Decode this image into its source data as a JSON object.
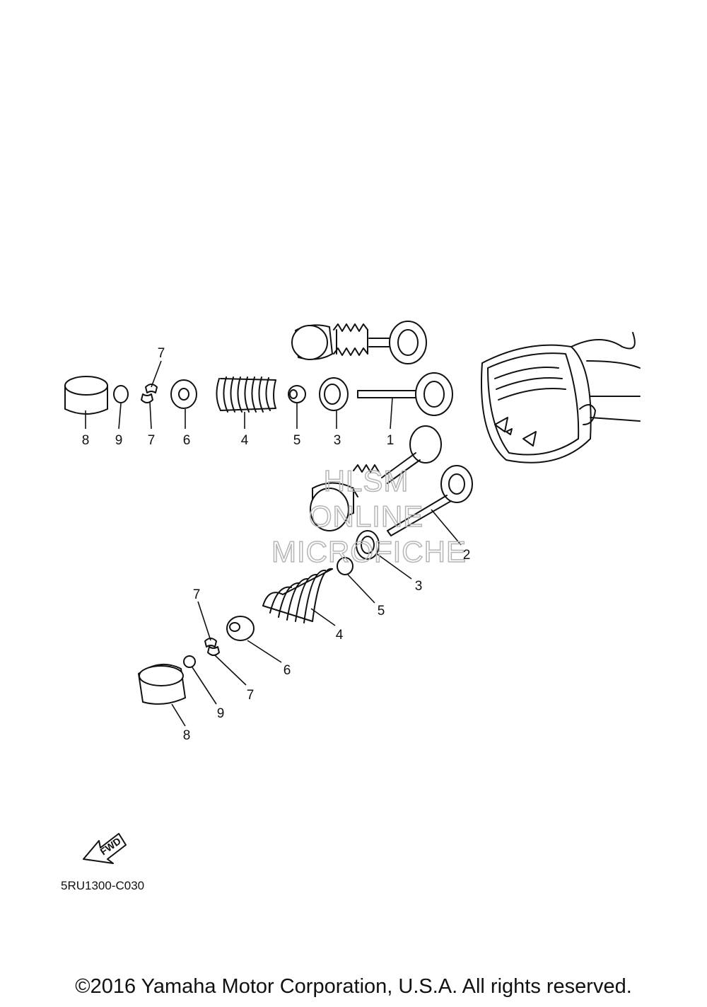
{
  "diagram": {
    "drawing_code": "5RU1300-C030",
    "fwd_label": "FWD",
    "watermark": [
      "HLSM",
      "ONLINE",
      "MICROFICHE"
    ],
    "callouts_top_row": [
      "8",
      "9",
      "7",
      "6",
      "4",
      "5",
      "3",
      "1",
      "7"
    ],
    "callouts_diagonal": [
      "2",
      "3",
      "5",
      "4",
      "7",
      "6",
      "7",
      "9",
      "8"
    ]
  },
  "footer": {
    "copyright": "©2016 Yamaha Motor Corporation, U.S.A. All rights reserved."
  }
}
